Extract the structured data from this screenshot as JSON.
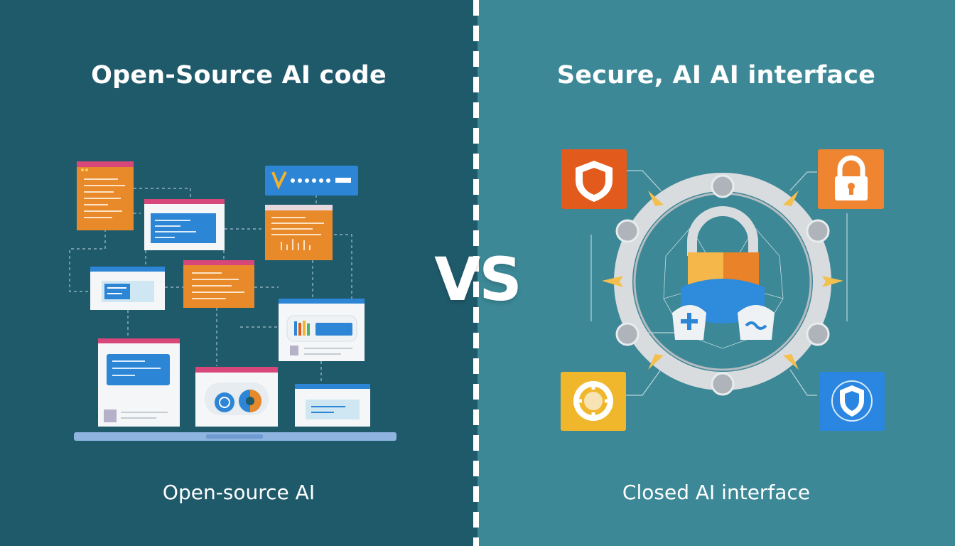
{
  "colors": {
    "left_background": "#1f5a6b",
    "right_background": "#3c8896",
    "divider": "#ffffff",
    "text": "#ffffff",
    "accent_orange": "#e8892a",
    "accent_pink": "#d8477a",
    "accent_blue": "#2d85d6",
    "accent_red_orange": "#e25a1c",
    "accent_yellow": "#f0b72c",
    "accent_blue_icon": "#2a86e0",
    "ring_gray": "#d9dcdf"
  },
  "left": {
    "title": "Open-Source AI code",
    "caption": "Open-source AI"
  },
  "center": {
    "vs_label": "VS"
  },
  "right": {
    "title": "Secure, AI AI interface",
    "caption": "Closed AI interface"
  },
  "icons": {
    "top_left": "shield-icon",
    "top_right": "padlock-icon",
    "bottom_left": "gear-icon",
    "bottom_right": "shield-check-icon",
    "center": "lock-icon"
  }
}
